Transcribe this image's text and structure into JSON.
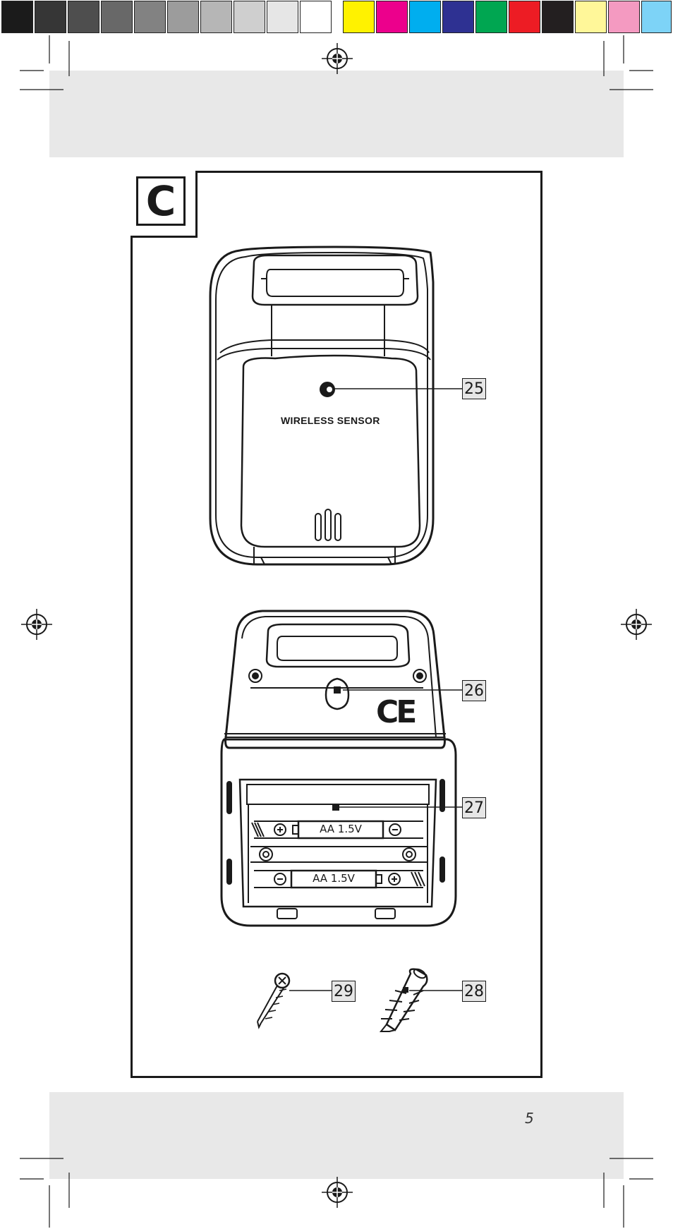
{
  "figure": {
    "letter": "C",
    "sensor_label": "WIRELESS SENSOR",
    "battery_label_1": "AA 1.5V",
    "battery_label_2": "AA 1.5V",
    "ce_mark": "CE"
  },
  "callouts": {
    "c25": "25",
    "c26": "26",
    "c27": "27",
    "c28": "28",
    "c29": "29"
  },
  "page": {
    "number": "5"
  },
  "print_marks": {
    "swatch_colors": [
      "#1b1b1b",
      "#363636",
      "#4e4e4e",
      "#686868",
      "#828282",
      "#9c9c9c",
      "#b6b6b6",
      "#cfcfcf",
      "#e6e6e6",
      "#ffffff",
      "#fff200",
      "#ec008c",
      "#00aeef",
      "#2e3192",
      "#00a651",
      "#ed1c24",
      "#231f20",
      "#fff799",
      "#f49ac1",
      "#7dd3f7"
    ]
  }
}
